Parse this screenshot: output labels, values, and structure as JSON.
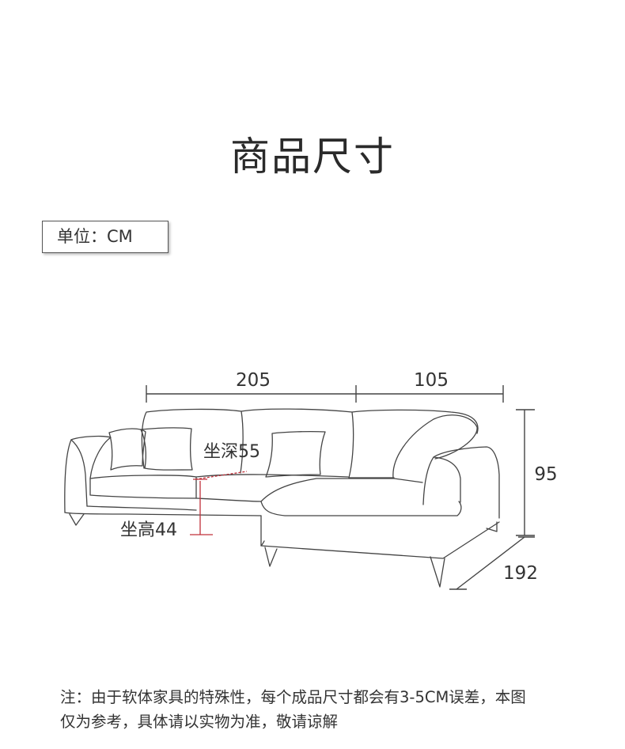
{
  "title": "商品尺寸",
  "unit_label": "单位：CM",
  "dimensions": {
    "width_main": "205",
    "width_chaise": "105",
    "height": "95",
    "depth": "192",
    "seat_depth": "坐深55",
    "seat_height": "坐高44"
  },
  "colors": {
    "line": "#444444",
    "accent_marker": "#c0303a",
    "text": "#333333"
  },
  "note": {
    "line1": "注：由于软体家具的特殊性，每个成品尺寸都会有3-5CM误差，本图",
    "line2": "仅为参考，具体请以实物为准，敬请谅解"
  }
}
